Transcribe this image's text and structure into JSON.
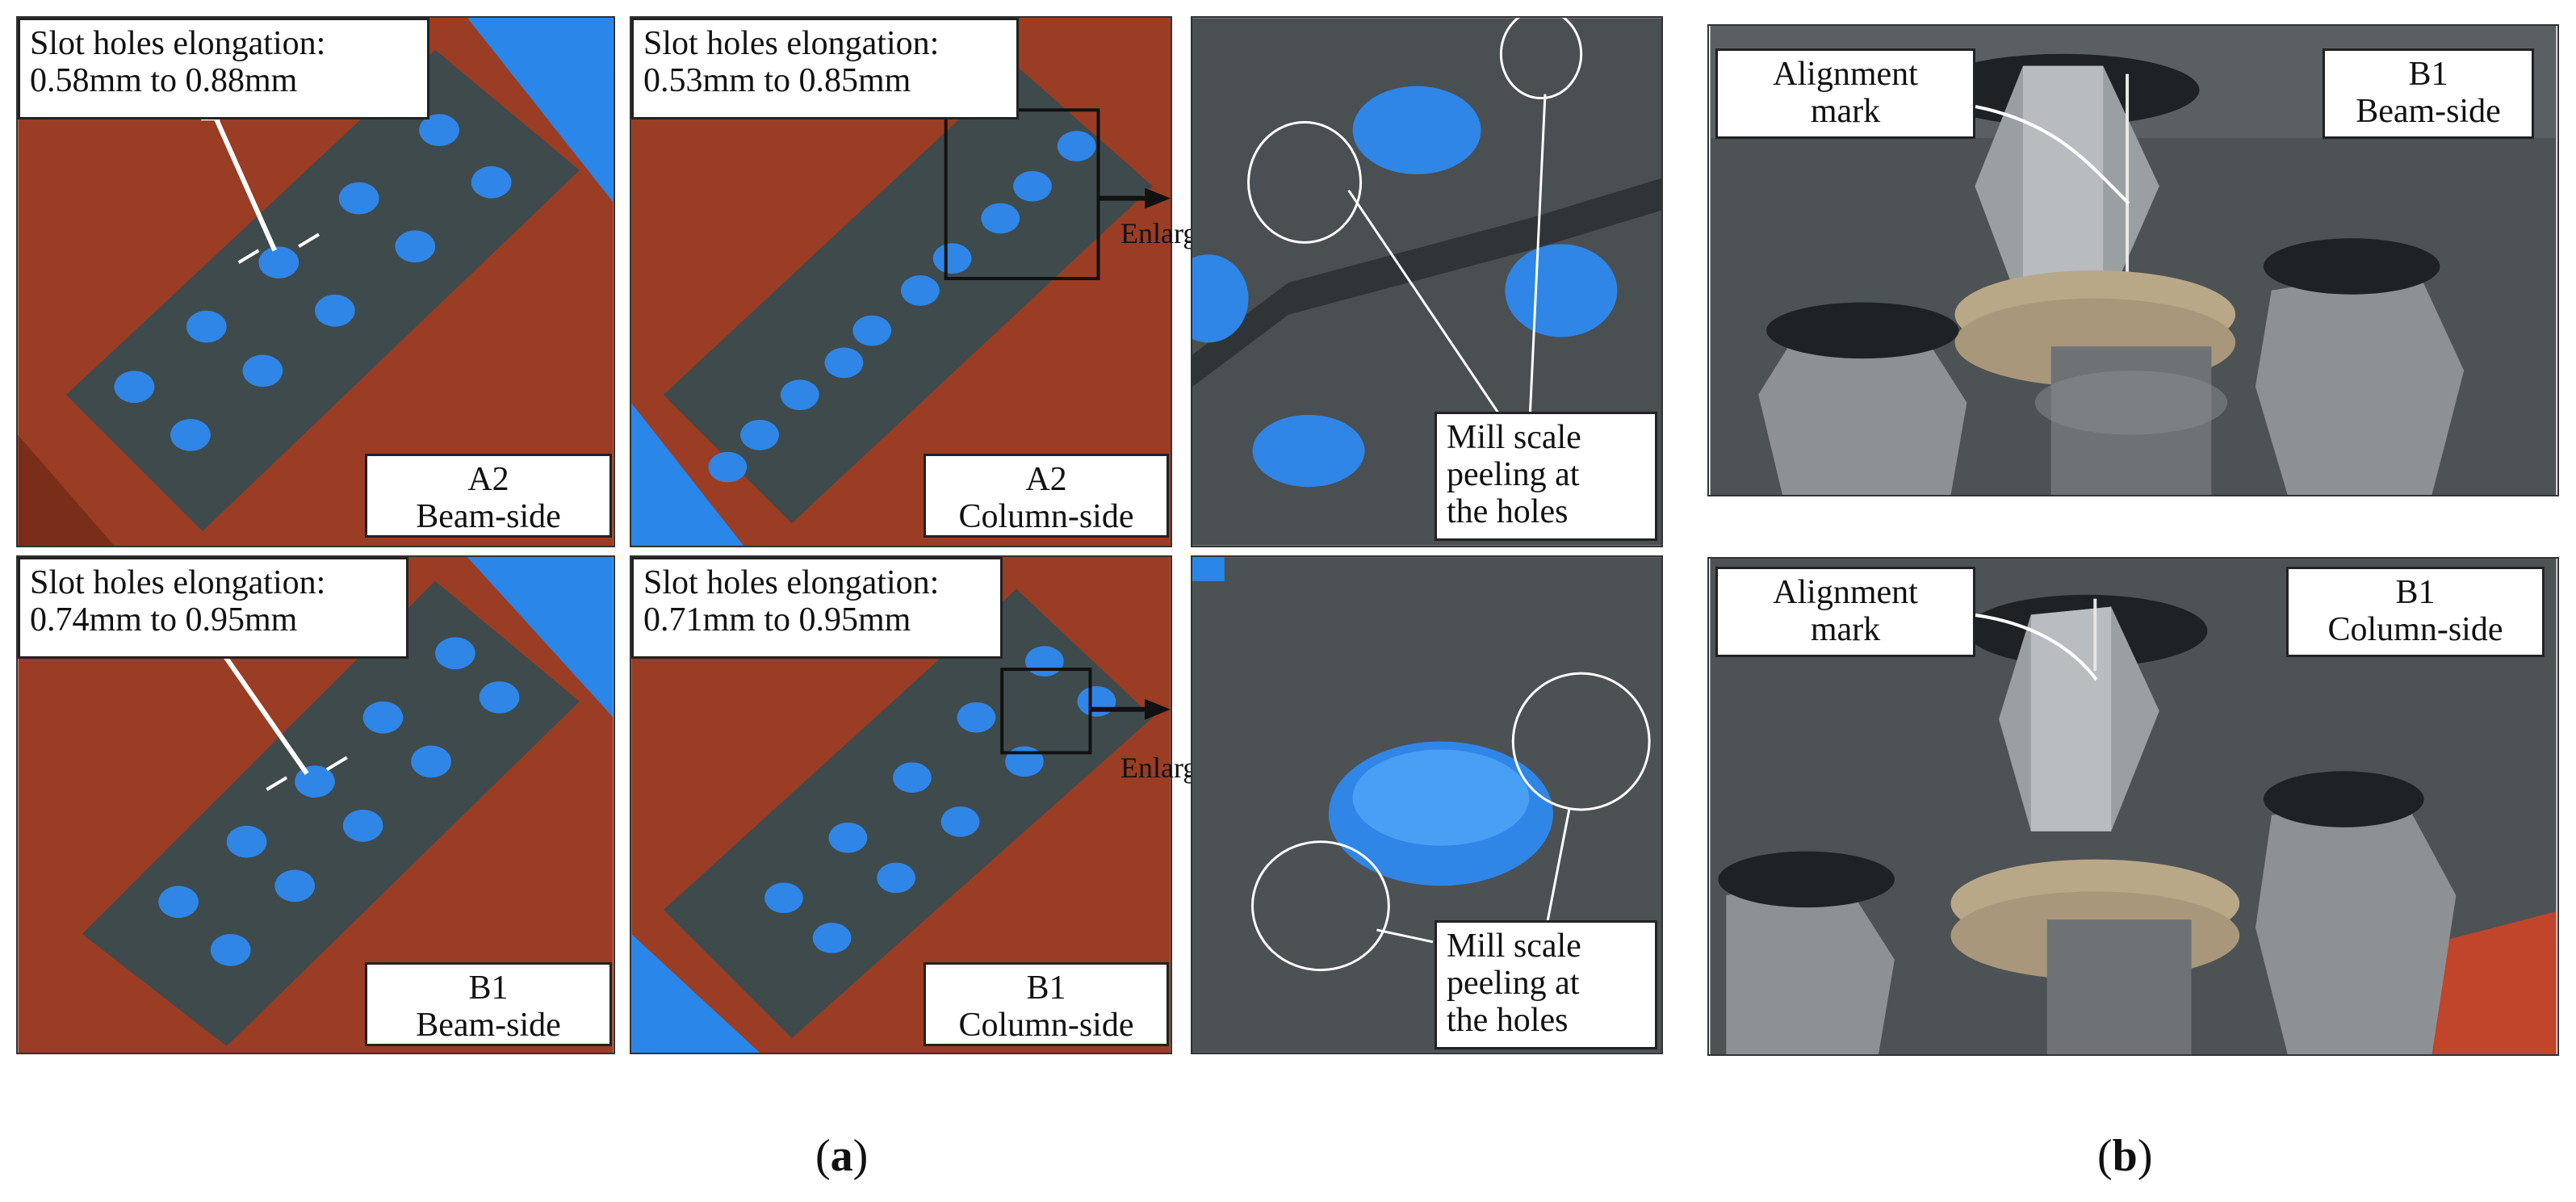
{
  "panels": {
    "a2_beam": {
      "elong_line1": "Slot holes elongation:",
      "elong_line2": "0.58mm to 0.88mm",
      "tag_line1": "A2",
      "tag_line2": "Beam-side"
    },
    "a2_column": {
      "elong_line1": "Slot holes elongation:",
      "elong_line2": "0.53mm to 0.85mm",
      "tag_line1": "A2",
      "tag_line2": "Column-side",
      "enlarge": "Enlarge"
    },
    "a2_zoom": {
      "note_line1": "Mill scale",
      "note_line2": "peeling at",
      "note_line3": "the holes"
    },
    "b1_beam": {
      "elong_line1": "Slot holes elongation:",
      "elong_line2": "0.74mm to 0.95mm",
      "tag_line1": "B1",
      "tag_line2": "Beam-side"
    },
    "b1_column": {
      "elong_line1": "Slot holes elongation:",
      "elong_line2": "0.71mm to 0.95mm",
      "tag_line1": "B1",
      "tag_line2": "Column-side",
      "enlarge": "Enlarge"
    },
    "b1_zoom": {
      "note_line1": "Mill scale",
      "note_line2": "peeling at",
      "note_line3": "the holes"
    },
    "bolt_beam": {
      "mark_line1": "Alignment",
      "mark_line2": "mark",
      "tag_line1": "B1",
      "tag_line2": "Beam-side"
    },
    "bolt_column": {
      "mark_line1": "Alignment",
      "mark_line2": "mark",
      "tag_line1": "B1",
      "tag_line2": "Column-side"
    }
  },
  "captions": {
    "a_open": "(",
    "a_letter": "a",
    "a_close": ")",
    "b_open": "(",
    "b_letter": "b",
    "b_close": ")"
  },
  "colors": {
    "steel_plate": "#3f4a4c",
    "background_red": "#9a3d24",
    "hole_blue": "#2f86e6",
    "tape_blue": "#2a86e8"
  }
}
